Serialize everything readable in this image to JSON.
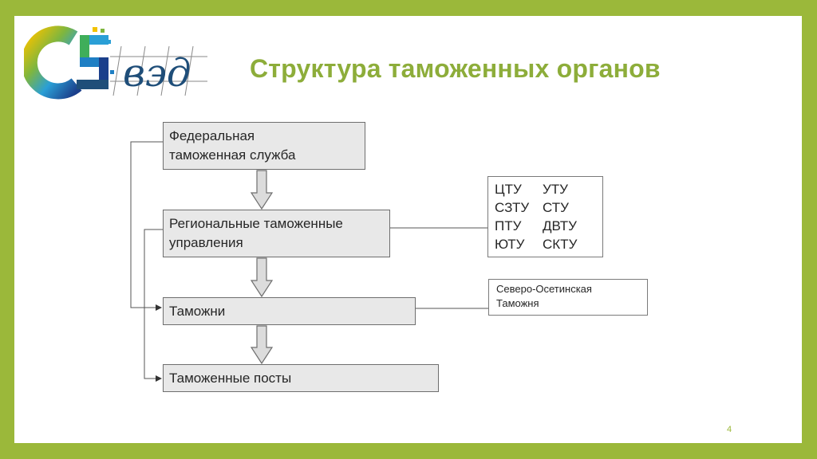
{
  "title": "Структура таможенных органов",
  "logo": {
    "text": "вэд",
    "icon": "globe-s-logo-icon"
  },
  "nodes": {
    "fts": {
      "line1": "Федеральная",
      "line2": "таможенная служба"
    },
    "rtu": {
      "line1": "Региональные таможенные",
      "line2": "управления"
    },
    "customs": {
      "label": "Таможни"
    },
    "posts": {
      "label": "Таможенные посты"
    }
  },
  "rtu_list": [
    [
      "ЦТУ",
      "УТУ"
    ],
    [
      "СЗТУ",
      "СТУ"
    ],
    [
      "ПТУ",
      "ДВТУ"
    ],
    [
      "ЮТУ",
      "СКТУ"
    ]
  ],
  "customs_example": {
    "line1": "Северо-Осетинская",
    "line2": "Таможня"
  },
  "page_number": "4",
  "colors": {
    "frame": "#9bb83a",
    "title": "#8dad3a",
    "box_fill": "#e8e8e8",
    "box_border": "#6e6e6e",
    "logo_blue": "#1f4e79"
  }
}
